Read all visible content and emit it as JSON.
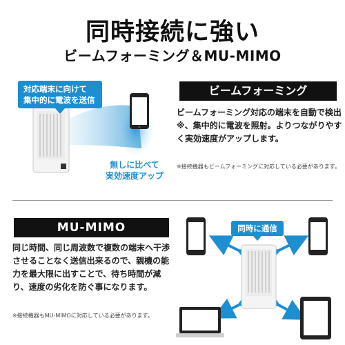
{
  "headline": "同時接続に強い",
  "subheadline": "ビームフォーミング＆MU-MIMO",
  "beamforming": {
    "callout": "対応端末に向けて\n集中的に電波を送信",
    "caption": "無しに比べて\n実効速度アップ",
    "label": "ビームフォーミング",
    "body": "ビームフォーミング対応の端末を自動で検出※、集中的に電波を照射。よりつながりやすく実効速度がアップします。",
    "note": "※接続機器もビームフォーミングに対応している必要があります。"
  },
  "mumimo": {
    "label": "MU-MIMO",
    "callout": "同時に通信",
    "body": "同じ時間、同じ周波数で複数の端末へ干渉させることなく送信出来るので、親機の能力を最大限に出すことで、待ち時間が減り、速度の劣化を防ぐ事になります。",
    "note": "※接続機器もMU-MIMOに対応している必要があります。"
  },
  "colors": {
    "accent": "#1d8fd0",
    "label_bg": "#111111"
  }
}
